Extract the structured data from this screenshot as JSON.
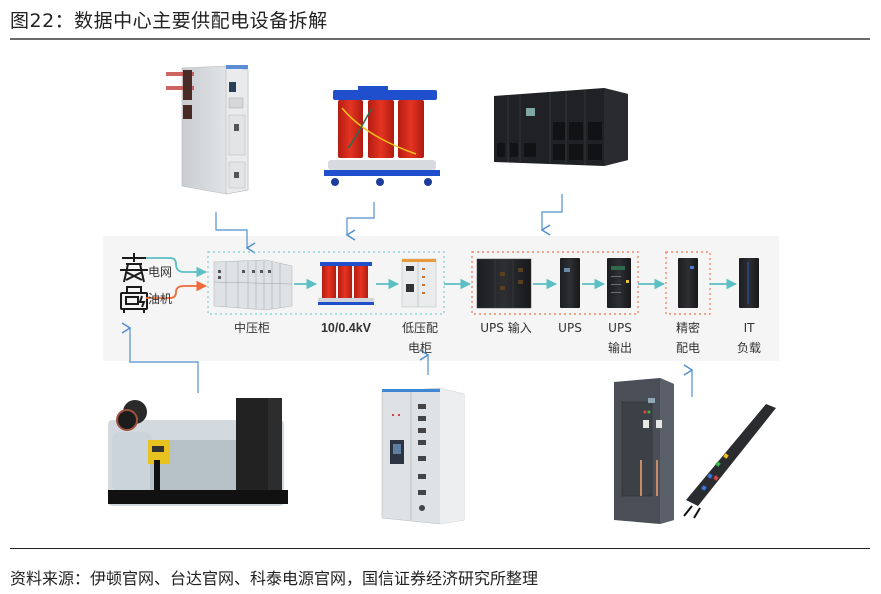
{
  "figure": {
    "title": "图22：数据中心主要供配电设备拆解",
    "source": "资料来源：伊顿官网、台达官网、科泰电源官网，国信证券经济研究所整理"
  },
  "sources": {
    "grid": "电网",
    "diesel": "油机"
  },
  "chain": [
    {
      "id": "mv",
      "label": "中压柜"
    },
    {
      "id": "transformer",
      "label": "10/0.4kV"
    },
    {
      "id": "lv",
      "label_line1": "低压配",
      "label_line2": "电柜"
    },
    {
      "id": "ups-in",
      "label": "UPS 输入"
    },
    {
      "id": "ups",
      "label": "UPS"
    },
    {
      "id": "ups-out",
      "label_line1": "UPS",
      "label_line2": "输出"
    },
    {
      "id": "pdu",
      "label_line1": "精密",
      "label_line2": "配电"
    },
    {
      "id": "it",
      "label_line1": "IT",
      "label_line2": "负载"
    }
  ],
  "colors": {
    "flow_arrow": "#5bbfc4",
    "diesel_arrow": "#ee6a3a",
    "callout_arrow": "#4f8fce",
    "mv_group_border": "#7fcdd0",
    "ups_group_border": "#f08a6a",
    "panel_bg": "#f5f5f5"
  },
  "icons": {
    "grid": "power-tower-icon",
    "diesel": "generator-icon"
  }
}
